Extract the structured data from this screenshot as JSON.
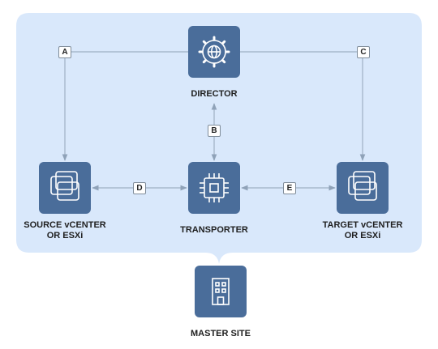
{
  "colors": {
    "panel": "#d9e8fb",
    "tile": "#4a6d9a",
    "line": "#9fb0c3",
    "arrow": "#8fa2b8"
  },
  "nodes": {
    "director": {
      "label": "DIRECTOR",
      "icon": "gear-globe-icon"
    },
    "transporter": {
      "label": "TRANSPORTER",
      "icon": "chip-icon"
    },
    "source": {
      "label": "SOURCE vCENTER\nOR ESXi",
      "icon": "stacked-windows-icon"
    },
    "target": {
      "label": "TARGET vCENTER\nOR ESXi",
      "icon": "stacked-windows-icon"
    },
    "master": {
      "label": "MASTER SITE",
      "icon": "building-icon"
    }
  },
  "connections": {
    "a": {
      "label": "A"
    },
    "b": {
      "label": "B"
    },
    "c": {
      "label": "C"
    },
    "d": {
      "label": "D"
    },
    "e": {
      "label": "E"
    }
  }
}
